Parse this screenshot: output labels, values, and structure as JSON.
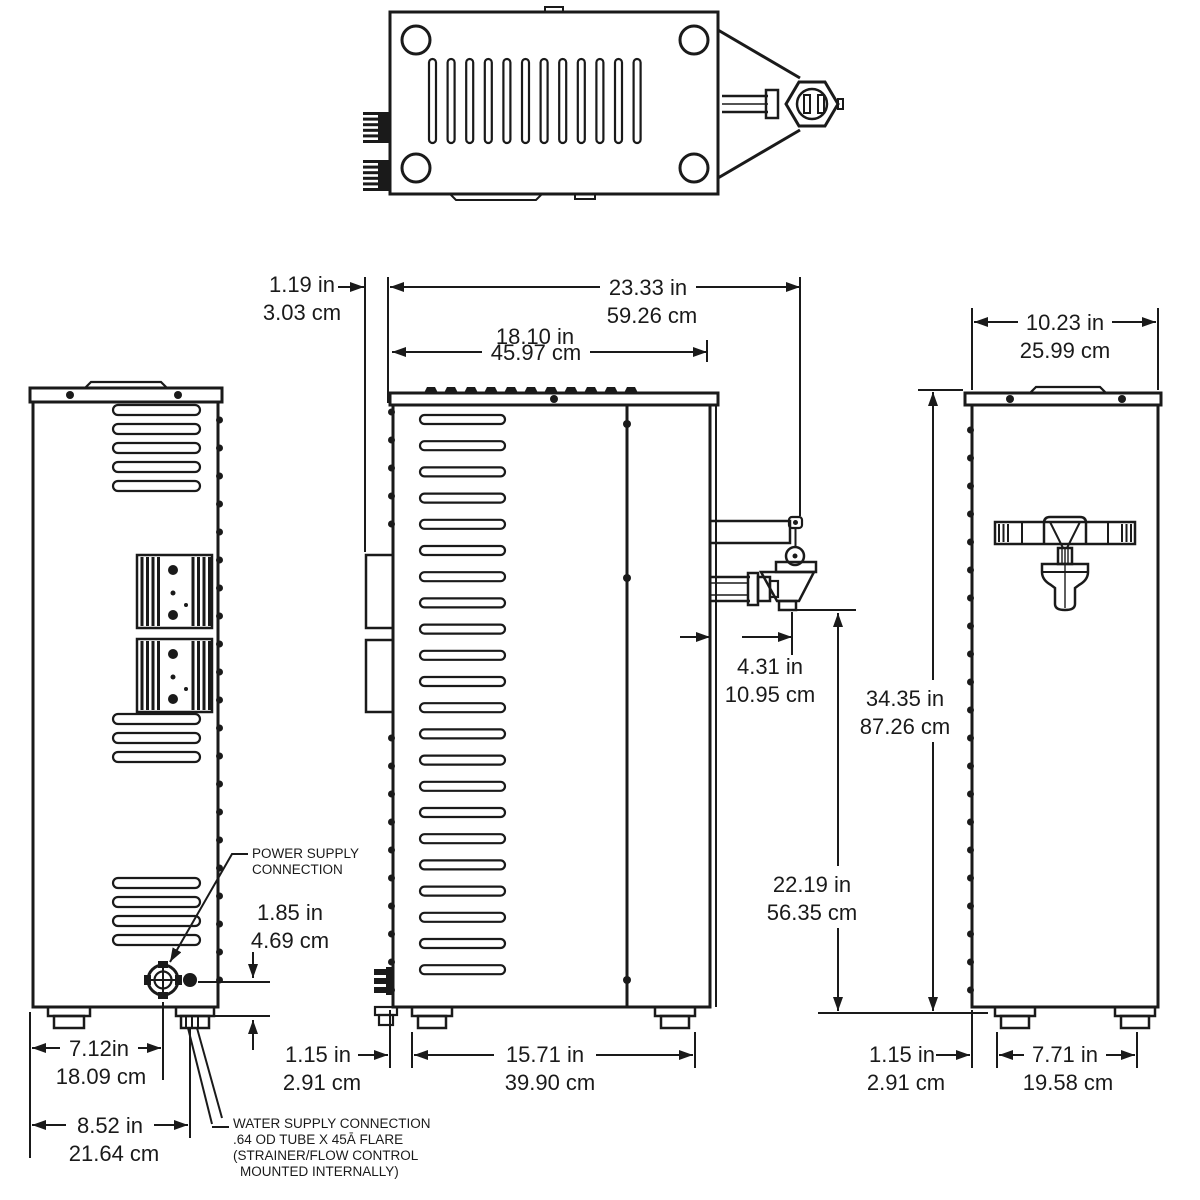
{
  "colors": {
    "line": "#1a1a1a",
    "background": "#ffffff"
  },
  "dimensions": {
    "offset_back": {
      "in": "1.19 in",
      "cm": "3.03 cm"
    },
    "depth_overall": {
      "in": "23.33 in",
      "cm": "59.26 cm"
    },
    "depth_body": {
      "in": "18.10 in",
      "cm": "45.97 cm"
    },
    "width_front": {
      "in": "10.23 in",
      "cm": "25.99 cm"
    },
    "faucet_projection": {
      "in": "4.31 in",
      "cm": "10.95 cm"
    },
    "height_overall": {
      "in": "34.35 in",
      "cm": "87.26 cm"
    },
    "faucet_clearance": {
      "in": "22.19 in",
      "cm": "56.35 cm"
    },
    "connection_height": {
      "in": "1.85 in",
      "cm": "4.69 cm"
    },
    "power_offset": {
      "in": "7.12in",
      "cm": "18.09 cm"
    },
    "water_offset": {
      "in": "8.52 in",
      "cm": "21.64 cm"
    },
    "foot_inset_side": {
      "in": "1.15 in",
      "cm": "2.91 cm"
    },
    "foot_span_side": {
      "in": "15.71 in",
      "cm": "39.90 cm"
    },
    "foot_inset_front": {
      "in": "1.15 in",
      "cm": "2.91 cm"
    },
    "foot_span_front": {
      "in": "7.71 in",
      "cm": "19.58 cm"
    }
  },
  "labels": {
    "power_supply_line1": "POWER SUPPLY",
    "power_supply_line2": "CONNECTION",
    "water_supply_line1": "WATER SUPPLY CONNECTION",
    "water_supply_line2": ".64 OD TUBE X 45Ā FLARE",
    "water_supply_line3": "(STRAINER/FLOW CONTROL",
    "water_supply_line4": "MOUNTED INTERNALLY)"
  }
}
